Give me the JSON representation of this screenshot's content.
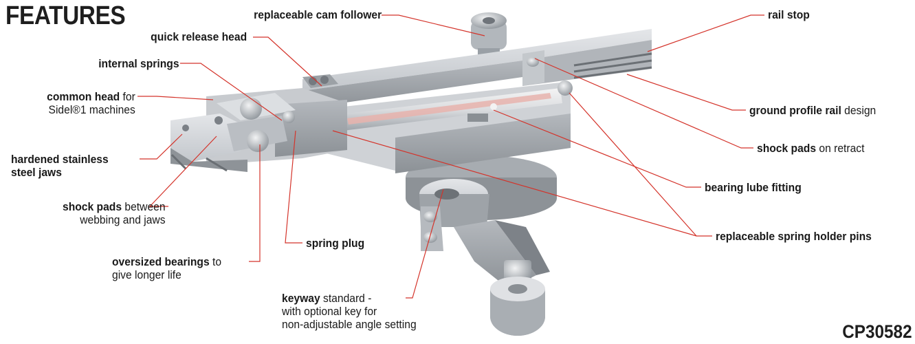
{
  "title": "FEATURES",
  "code": "CP30582",
  "colors": {
    "leader": "#d4332a",
    "metal": "#b9bdc2",
    "text": "#1e1e1e"
  },
  "labels": {
    "cam_follower": {
      "bold": "replaceable cam follower",
      "rest": ""
    },
    "quick_release": {
      "bold": "quick release head",
      "rest": ""
    },
    "internal_springs": {
      "bold": "internal springs",
      "rest": ""
    },
    "common_head": {
      "bold": "common head",
      "rest": " for",
      "line2": "Sidel®1 machines"
    },
    "hardened_jaws": {
      "bold": "hardened stainless",
      "line2": "steel jaws"
    },
    "shock_webbing": {
      "bold": "shock pads",
      "rest": " between",
      "line2": "webbing and jaws"
    },
    "oversized_bearings": {
      "bold": "oversized bearings",
      "rest": " to",
      "line2": "give longer life"
    },
    "spring_plug": {
      "bold": "spring plug",
      "rest": ""
    },
    "keyway": {
      "bold": "keyway",
      "rest": " standard -",
      "line2": "with optional key for",
      "line3": "non-adjustable angle setting"
    },
    "rail_stop": {
      "bold": "rail stop",
      "rest": ""
    },
    "ground_rail": {
      "bold": "ground profile rail",
      "rest": " design"
    },
    "shock_retract": {
      "bold": "shock pads",
      "rest": " on retract"
    },
    "bearing_lube": {
      "bold": "bearing lube fitting",
      "rest": ""
    },
    "spring_pins": {
      "bold": "replaceable spring holder pins",
      "rest": ""
    }
  }
}
